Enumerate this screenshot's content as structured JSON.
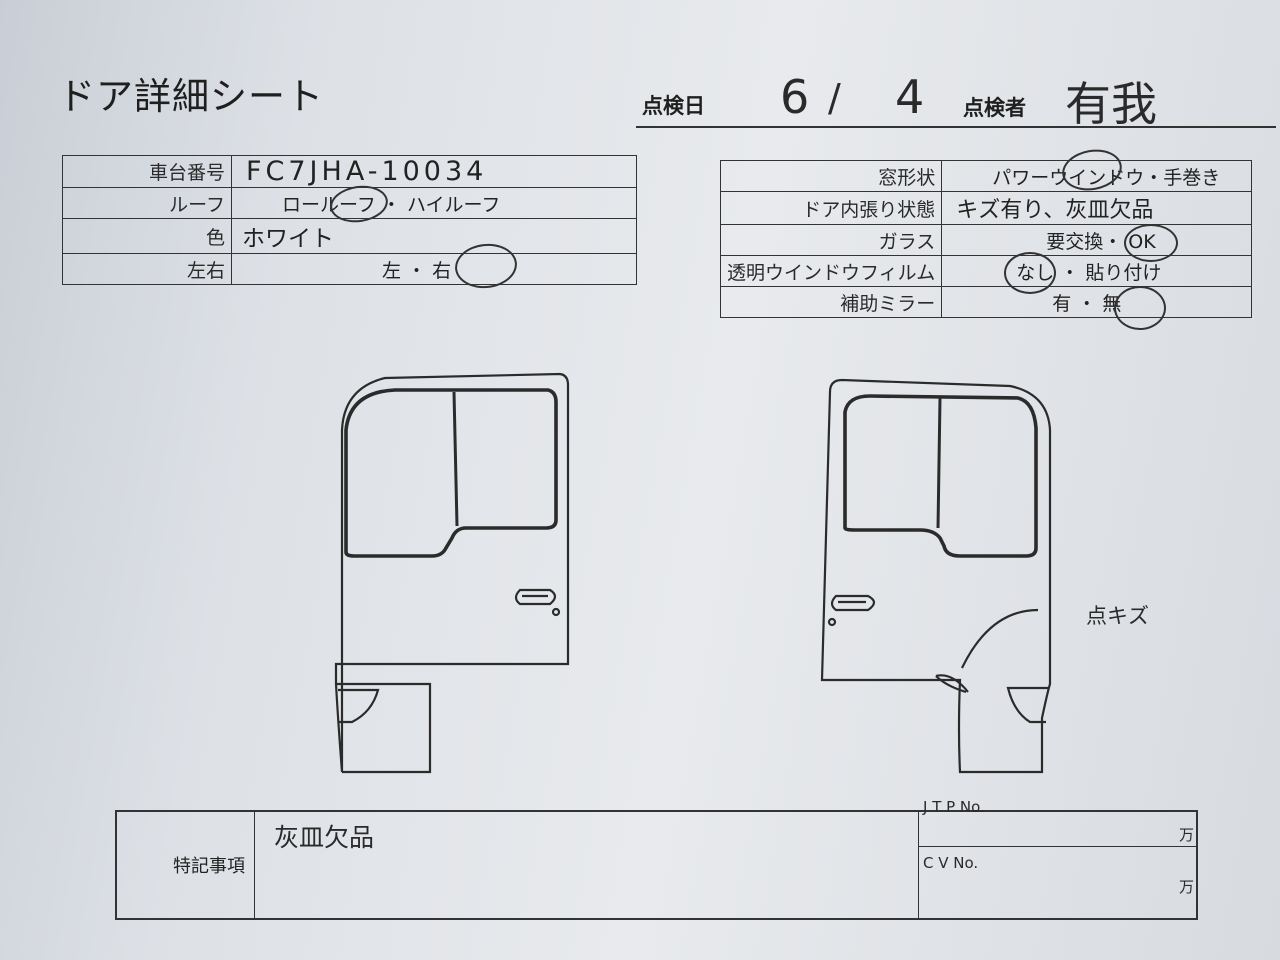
{
  "sheet": {
    "title": "ドア詳細シート",
    "inspection_date_label": "点検日",
    "inspection_date_month": "6",
    "inspection_date_sep": "/",
    "inspection_date_day": "4",
    "inspector_label": "点検者",
    "inspector_name": "有我"
  },
  "left_table": [
    {
      "label": "車台番号",
      "value": "FC7JHA-10034"
    },
    {
      "label": "ルーフ",
      "value": "ロールーフ ・ ハイルーフ"
    },
    {
      "label": "色",
      "value": "ホワイト"
    },
    {
      "label": "左右",
      "value": "左 ・ 右"
    }
  ],
  "right_table": [
    {
      "label": "窓形状",
      "value": "パワーウインドウ・手巻き"
    },
    {
      "label": "ドア内張り状態",
      "value": "キズ有り、灰皿欠品"
    },
    {
      "label": "ガラス",
      "value": "要交換・ OK"
    },
    {
      "label": "透明ウインドウフィルム",
      "value": "なし ・ 貼り付け"
    },
    {
      "label": "補助ミラー",
      "value": "有 ・ 無"
    }
  ],
  "annotation": "点キズ",
  "notes": {
    "label": "特記事項",
    "body": "灰皿欠品",
    "jtp_label": "J T P No.",
    "jtp_unit": "万",
    "cv_label": "C V No.",
    "cv_unit": "万"
  }
}
